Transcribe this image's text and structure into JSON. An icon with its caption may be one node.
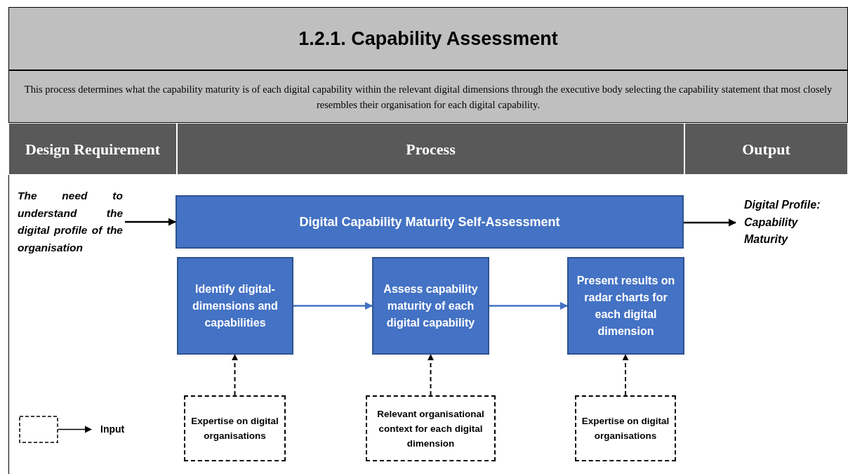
{
  "diagram": {
    "title": "1.2.1. Capability Assessment",
    "nodes": [
      {
        "text": [
          "Design Requirement"
        ]
      },
      {
        "text": [
          "Process"
        ]
      },
      {
        "text": [
          "Output"
        ]
      },
      {
        "text": [
          "The need to understand the digital profile of the organisation"
        ]
      },
      {
        "text": [
          "Digital Capability Maturity Self-Assessment"
        ]
      },
      {
        "text": [
          "Digital Profile: Capability Maturity"
        ]
      },
      {
        "text": [
          "Identify digital-dimensions and capabilities"
        ]
      },
      {
        "text": [
          "Assess capability maturity of each digital capability"
        ]
      },
      {
        "text": [
          "Present results on radar charts for each digital dimension"
        ]
      },
      {
        "text": [
          "Expertise on digital organisations"
        ]
      },
      {
        "text": [
          "Relevant organisational context for each digital dimension"
        ]
      },
      {
        "text": [
          "Expertise on digital organisations"
        ]
      }
    ],
    "edges": [
      {
        "from": 3,
        "to": 4,
        "arrow": "to"
      },
      {
        "from": 4,
        "to": 5,
        "arrow": "to"
      },
      {
        "from": 6,
        "to": 7,
        "arrow": "to",
        "color": "#4472c4"
      },
      {
        "from": 7,
        "to": 8,
        "arrow": "to",
        "color": "#4472c4"
      },
      {
        "from": 9,
        "to": 6,
        "arrow": "to",
        "style": "dashed"
      },
      {
        "from": 10,
        "to": 7,
        "arrow": "to",
        "style": "dashed"
      },
      {
        "from": 11,
        "to": 8,
        "arrow": "to",
        "style": "dashed"
      }
    ],
    "labels": [
      "This process determines what the capability maturity is of each digital capability within the relevant digital dimensions through the executive body selecting the capability statement that most closely resembles their organisation for each digital capability."
    ],
    "legend": [
      {
        "text": "Input"
      }
    ]
  }
}
